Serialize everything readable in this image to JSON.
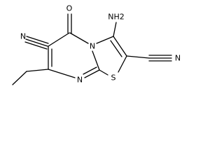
{
  "molecule": {
    "atoms": {
      "n_cn6": "N",
      "o_keto": "O",
      "nh2": "NH2",
      "n_ring": "N",
      "n_cn2": "N",
      "s_ring": "S",
      "n_pyr": "N"
    }
  }
}
